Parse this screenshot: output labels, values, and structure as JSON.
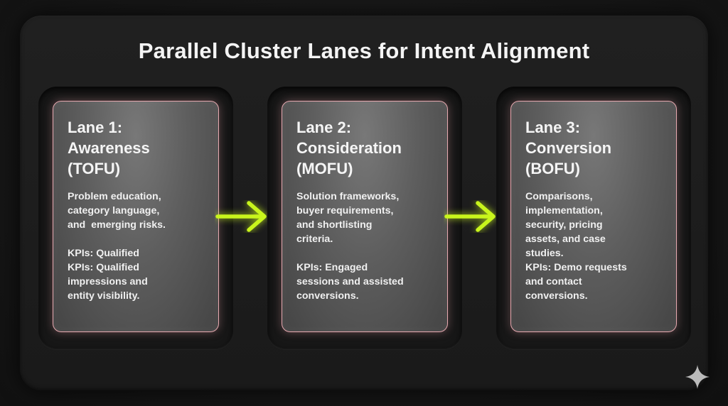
{
  "title": "Parallel Cluster Lanes for Intent Alignment",
  "lanes": [
    {
      "heading": [
        "Lane 1:",
        "Awareness",
        "(TOFU)"
      ],
      "body": [
        "Problem education,",
        "category language,",
        "and  emerging risks.",
        "",
        "KPIs: Qualified",
        "KPIs: Qualified",
        "impressions and",
        "entity visibility."
      ]
    },
    {
      "heading": [
        "Lane 2:",
        "Consideration",
        "(MOFU)"
      ],
      "body": [
        "Solution frameworks,",
        "buyer requirements,",
        "and shortlisting",
        "criteria.",
        "",
        "KPIs: Engaged",
        "sessions and assisted",
        "conversions."
      ]
    },
    {
      "heading": [
        "Lane 3:",
        "Conversion",
        "(BOFU)"
      ],
      "body": [
        "Comparisons,",
        "implementation,",
        "security, pricing",
        "assets, and case",
        "studies.",
        "KPIs: Demo requests",
        "and contact",
        "conversions."
      ]
    }
  ],
  "colors": {
    "arrow": "#c8f51c",
    "card_border": "#e7a9b0",
    "title": "#f4f4f4"
  },
  "icons": {
    "arrow": "arrow-right-icon",
    "corner": "sparkle-icon"
  }
}
